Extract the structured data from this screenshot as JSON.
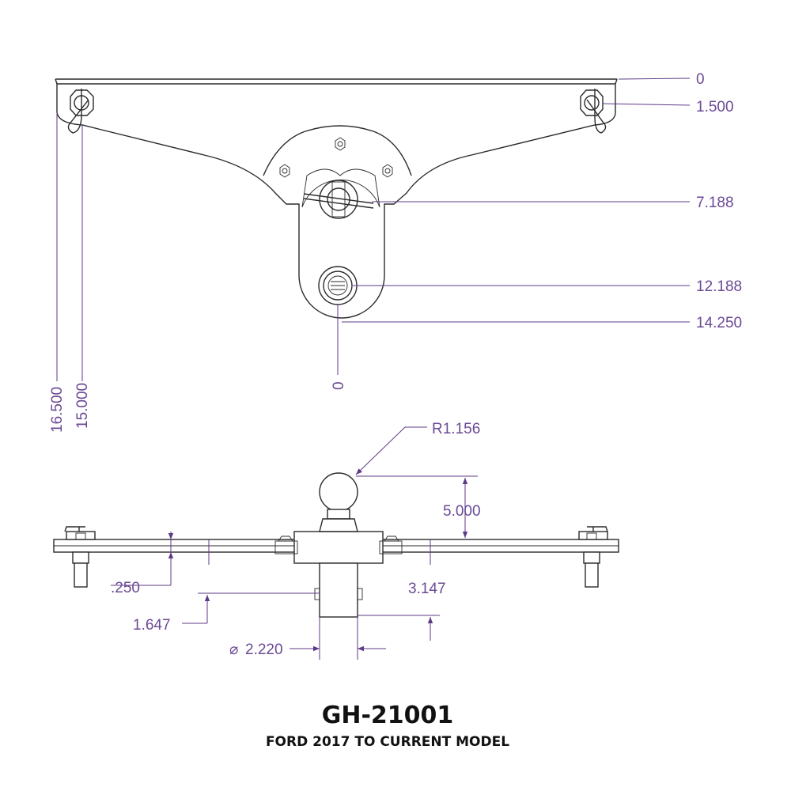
{
  "colors": {
    "dimension": "#6b4a95",
    "outline": "#2b2b2b",
    "title": "#111111"
  },
  "top_view": {
    "right_dimensions": [
      "0",
      "1.500",
      "7.188",
      "12.188",
      "14.250"
    ],
    "bottom_dimensions": [
      "16.500",
      "15.000",
      "0"
    ]
  },
  "side_view": {
    "radius": "R1.156",
    "ball_height": "5.000",
    "plate_thickness": ".250",
    "shank_offset": "3.147",
    "shank_depth": "1.647",
    "shank_diameter": "2.220",
    "diameter_symbol": "⌀"
  },
  "title_block": {
    "part_number": "GH-21001",
    "description": "FORD 2017 TO CURRENT MODEL"
  }
}
